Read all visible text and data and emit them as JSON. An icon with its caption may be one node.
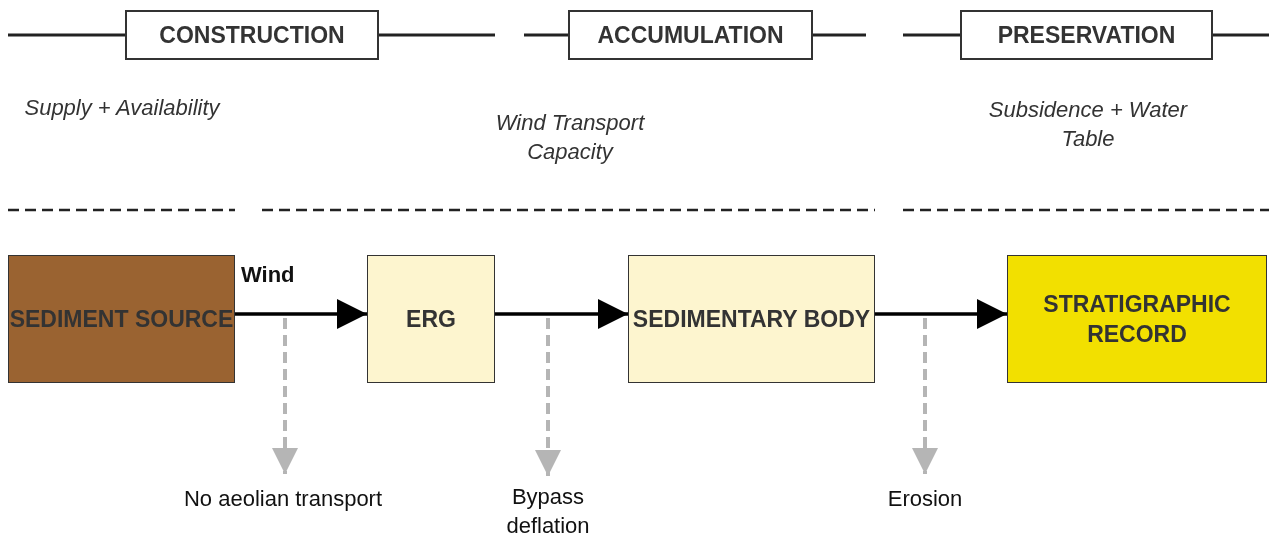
{
  "diagram": {
    "nodes": [
      {
        "text": [
          "CONSTRUCTION"
        ]
      },
      {
        "text": [
          "ACCUMULATION"
        ]
      },
      {
        "text": [
          "PRESERVATION"
        ]
      },
      {
        "text": [
          "SEDIMENT SOURCE"
        ]
      },
      {
        "text": [
          "ERG"
        ]
      },
      {
        "text": [
          "SEDIMENTARY BODY"
        ]
      },
      {
        "text": [
          "STRATIGRAPHIC RECORD"
        ]
      },
      {
        "text": [
          "No aeolian transport"
        ]
      },
      {
        "text": [
          "Bypass deflation"
        ]
      },
      {
        "text": [
          "Erosion"
        ]
      }
    ],
    "edges": [
      {
        "from": 3,
        "to": 4,
        "arrow": "to",
        "label": "Wind"
      },
      {
        "from": 4,
        "to": 5,
        "arrow": "to"
      },
      {
        "from": 5,
        "to": 6,
        "arrow": "to"
      },
      {
        "from": null,
        "to": 7,
        "arrow": "to",
        "style": "dashed",
        "color": "#b5b5b5"
      },
      {
        "from": null,
        "to": 8,
        "arrow": "to",
        "style": "dashed",
        "color": "#b5b5b5"
      },
      {
        "from": null,
        "to": 9,
        "arrow": "to",
        "style": "dashed",
        "color": "#b5b5b5"
      }
    ],
    "labels": [
      "Supply + Availability",
      "Wind Transport Capacity",
      "Subsidence + Water Table"
    ]
  }
}
